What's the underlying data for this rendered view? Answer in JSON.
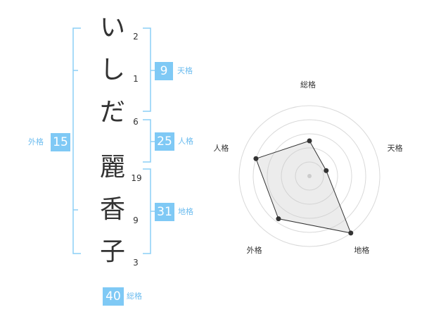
{
  "name_chars": [
    {
      "char": "い",
      "strokes": "2"
    },
    {
      "char": "し",
      "strokes": "1"
    },
    {
      "char": "だ",
      "strokes": "6"
    },
    {
      "char": "麗",
      "strokes": "19"
    },
    {
      "char": "香",
      "strokes": "9"
    },
    {
      "char": "子",
      "strokes": "3"
    }
  ],
  "kaku": {
    "tenkaku": {
      "value": "9",
      "label": "天格"
    },
    "jinkaku": {
      "value": "25",
      "label": "人格"
    },
    "chikaku": {
      "value": "31",
      "label": "地格"
    },
    "gaikaku": {
      "value": "15",
      "label": "外格"
    },
    "soukaku": {
      "value": "40",
      "label": "総格"
    }
  },
  "colors": {
    "accent": "#7fc9f5",
    "accent_text": "#6cbcef",
    "bracket": "#8ccff5"
  },
  "chart_data": {
    "type": "radar",
    "axes": [
      "総格",
      "天格",
      "地格",
      "外格",
      "人格"
    ],
    "values": [
      0.5,
      0.25,
      1.0,
      0.75,
      0.8
    ],
    "rings": 5,
    "range": [
      0,
      1
    ]
  }
}
